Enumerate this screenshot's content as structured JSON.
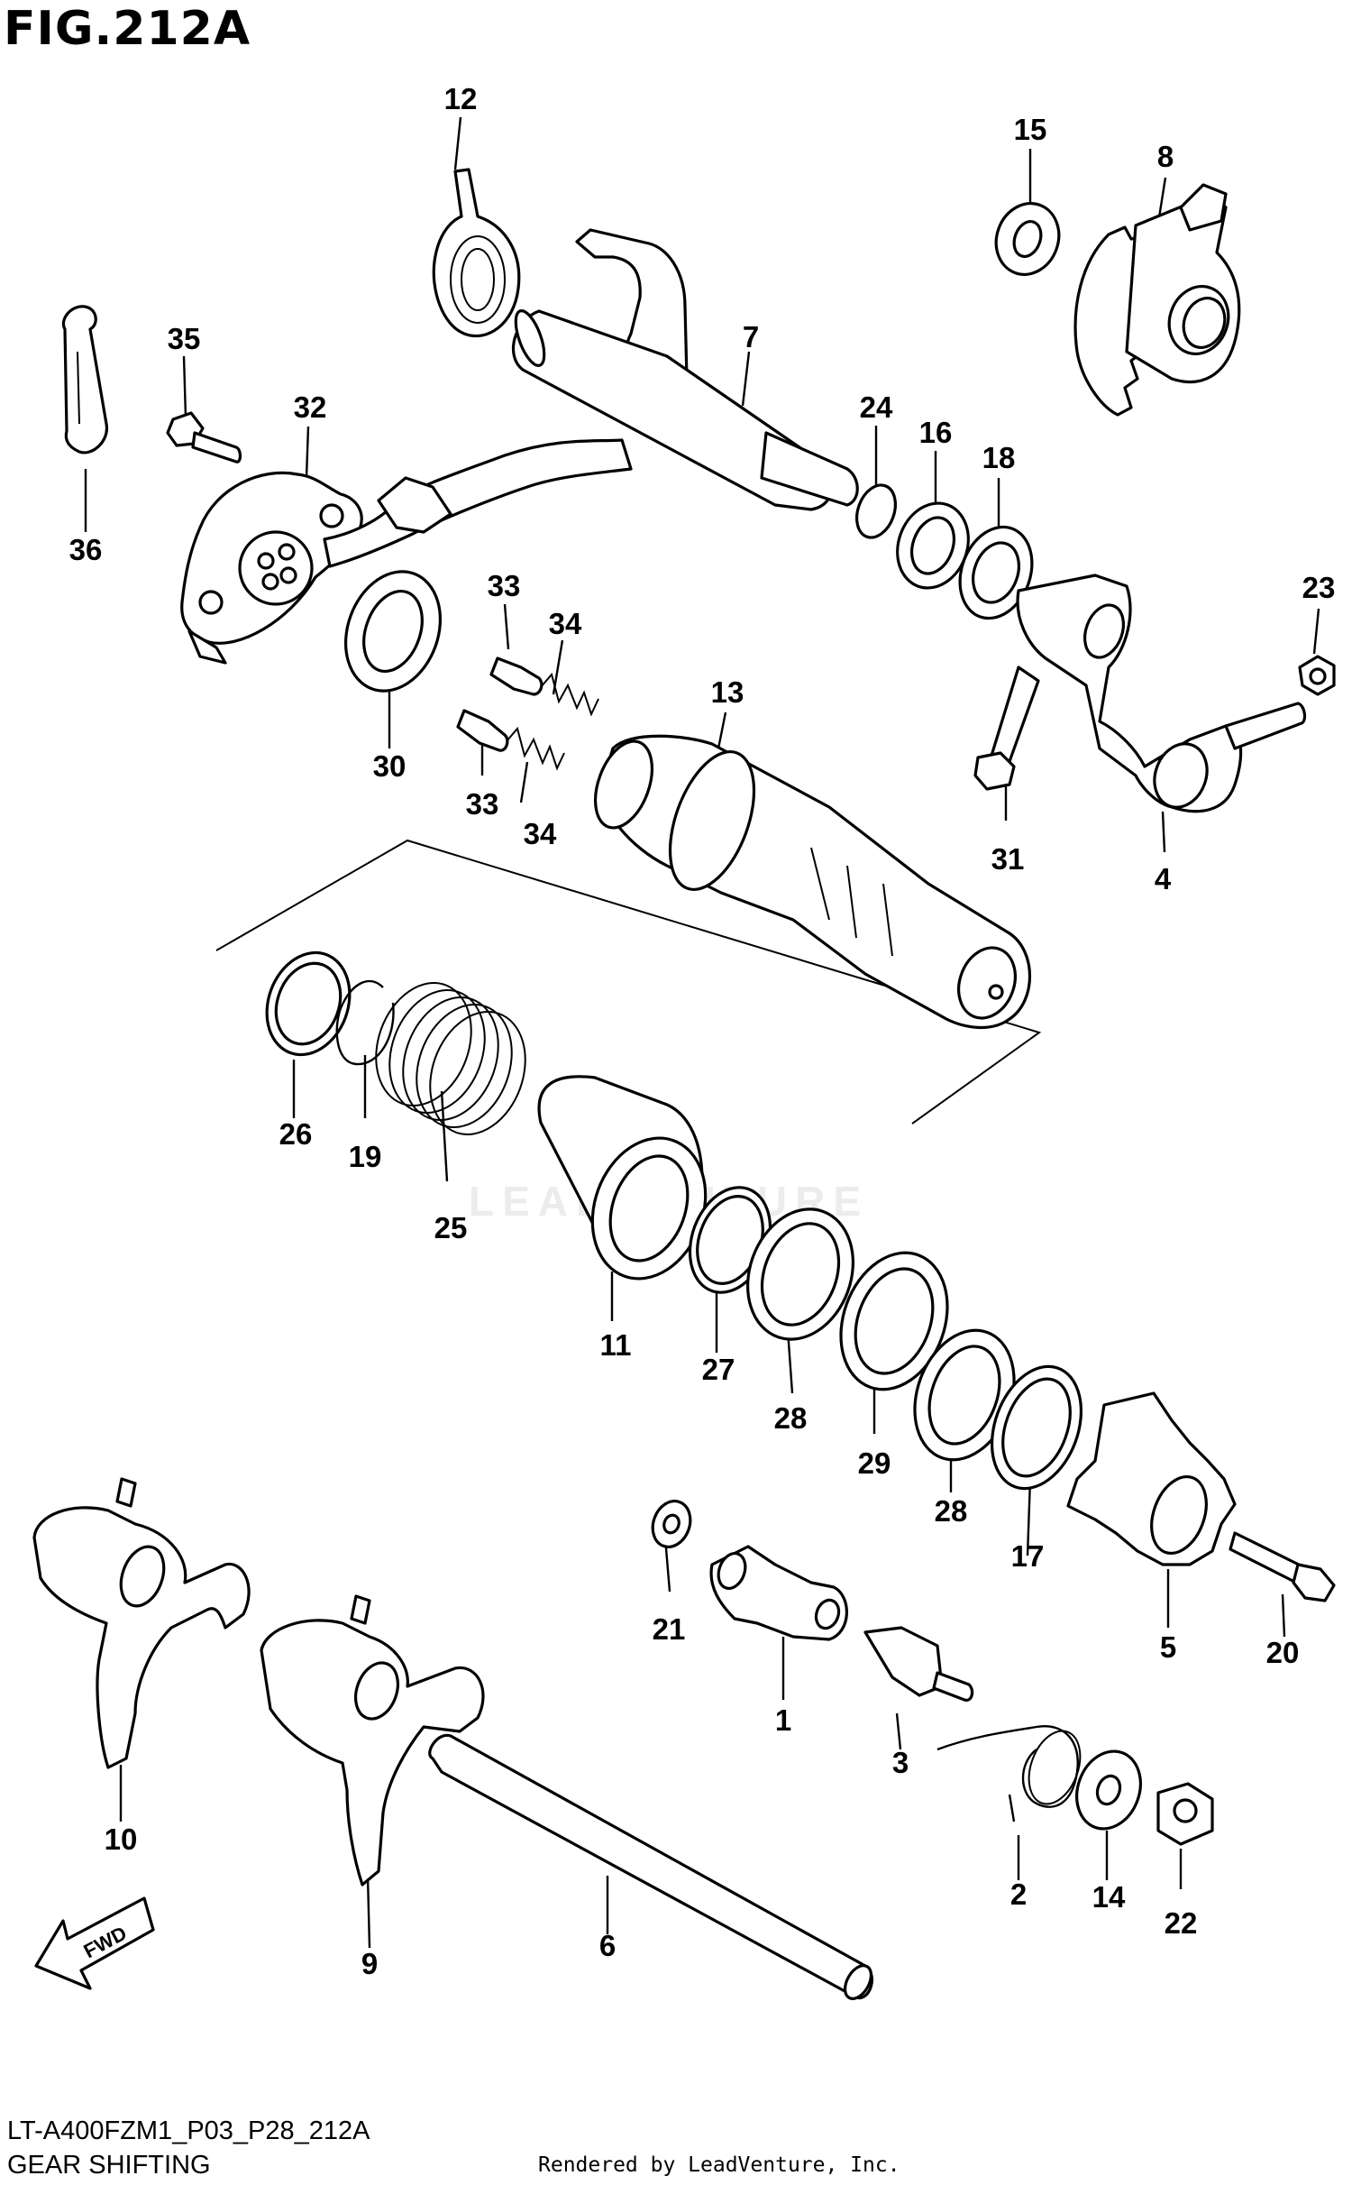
{
  "figure": {
    "title": "FIG.212A",
    "model_code": "LT-A400FZM1_P03_P28_212A",
    "section_title": "GEAR SHIFTING",
    "render_credit": "Rendered by LeadVenture, Inc.",
    "watermark": "LEADVENTURE"
  },
  "callouts": [
    {
      "id": "12",
      "name": "callout-12"
    },
    {
      "id": "15",
      "name": "callout-15"
    },
    {
      "id": "8",
      "name": "callout-8"
    },
    {
      "id": "35",
      "name": "callout-35"
    },
    {
      "id": "7",
      "name": "callout-7"
    },
    {
      "id": "32",
      "name": "callout-32"
    },
    {
      "id": "24",
      "name": "callout-24"
    },
    {
      "id": "16",
      "name": "callout-16"
    },
    {
      "id": "18",
      "name": "callout-18"
    },
    {
      "id": "36",
      "name": "callout-36"
    },
    {
      "id": "33",
      "name": "callout-33-top"
    },
    {
      "id": "34",
      "name": "callout-34-top"
    },
    {
      "id": "23",
      "name": "callout-23"
    },
    {
      "id": "13",
      "name": "callout-13"
    },
    {
      "id": "30",
      "name": "callout-30"
    },
    {
      "id": "33",
      "name": "callout-33-bottom"
    },
    {
      "id": "34",
      "name": "callout-34-bottom"
    },
    {
      "id": "31",
      "name": "callout-31"
    },
    {
      "id": "4",
      "name": "callout-4"
    },
    {
      "id": "26",
      "name": "callout-26"
    },
    {
      "id": "19",
      "name": "callout-19"
    },
    {
      "id": "25",
      "name": "callout-25"
    },
    {
      "id": "11",
      "name": "callout-11"
    },
    {
      "id": "27",
      "name": "callout-27"
    },
    {
      "id": "28",
      "name": "callout-28-upper"
    },
    {
      "id": "29",
      "name": "callout-29"
    },
    {
      "id": "28",
      "name": "callout-28-lower"
    },
    {
      "id": "17",
      "name": "callout-17"
    },
    {
      "id": "21",
      "name": "callout-21"
    },
    {
      "id": "5",
      "name": "callout-5"
    },
    {
      "id": "20",
      "name": "callout-20"
    },
    {
      "id": "1",
      "name": "callout-1"
    },
    {
      "id": "3",
      "name": "callout-3"
    },
    {
      "id": "10",
      "name": "callout-10"
    },
    {
      "id": "2",
      "name": "callout-2"
    },
    {
      "id": "14",
      "name": "callout-14"
    },
    {
      "id": "22",
      "name": "callout-22"
    },
    {
      "id": "6",
      "name": "callout-6"
    },
    {
      "id": "9",
      "name": "callout-9"
    }
  ],
  "fwd_arrow_label": "FWD"
}
